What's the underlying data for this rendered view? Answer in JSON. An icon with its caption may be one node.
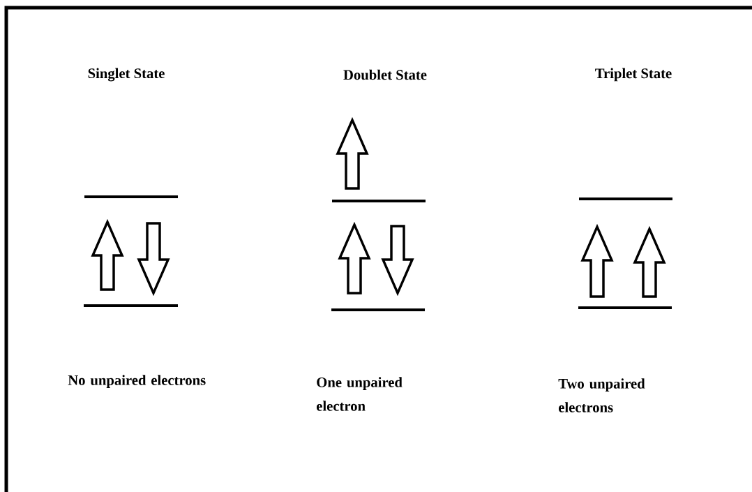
{
  "diagram": {
    "labels": [
      "Singlet State",
      "Doublet State",
      "Triplet State",
      "No unpaired electrons",
      "One unpaired electron",
      "Two unpaired electrons"
    ]
  }
}
